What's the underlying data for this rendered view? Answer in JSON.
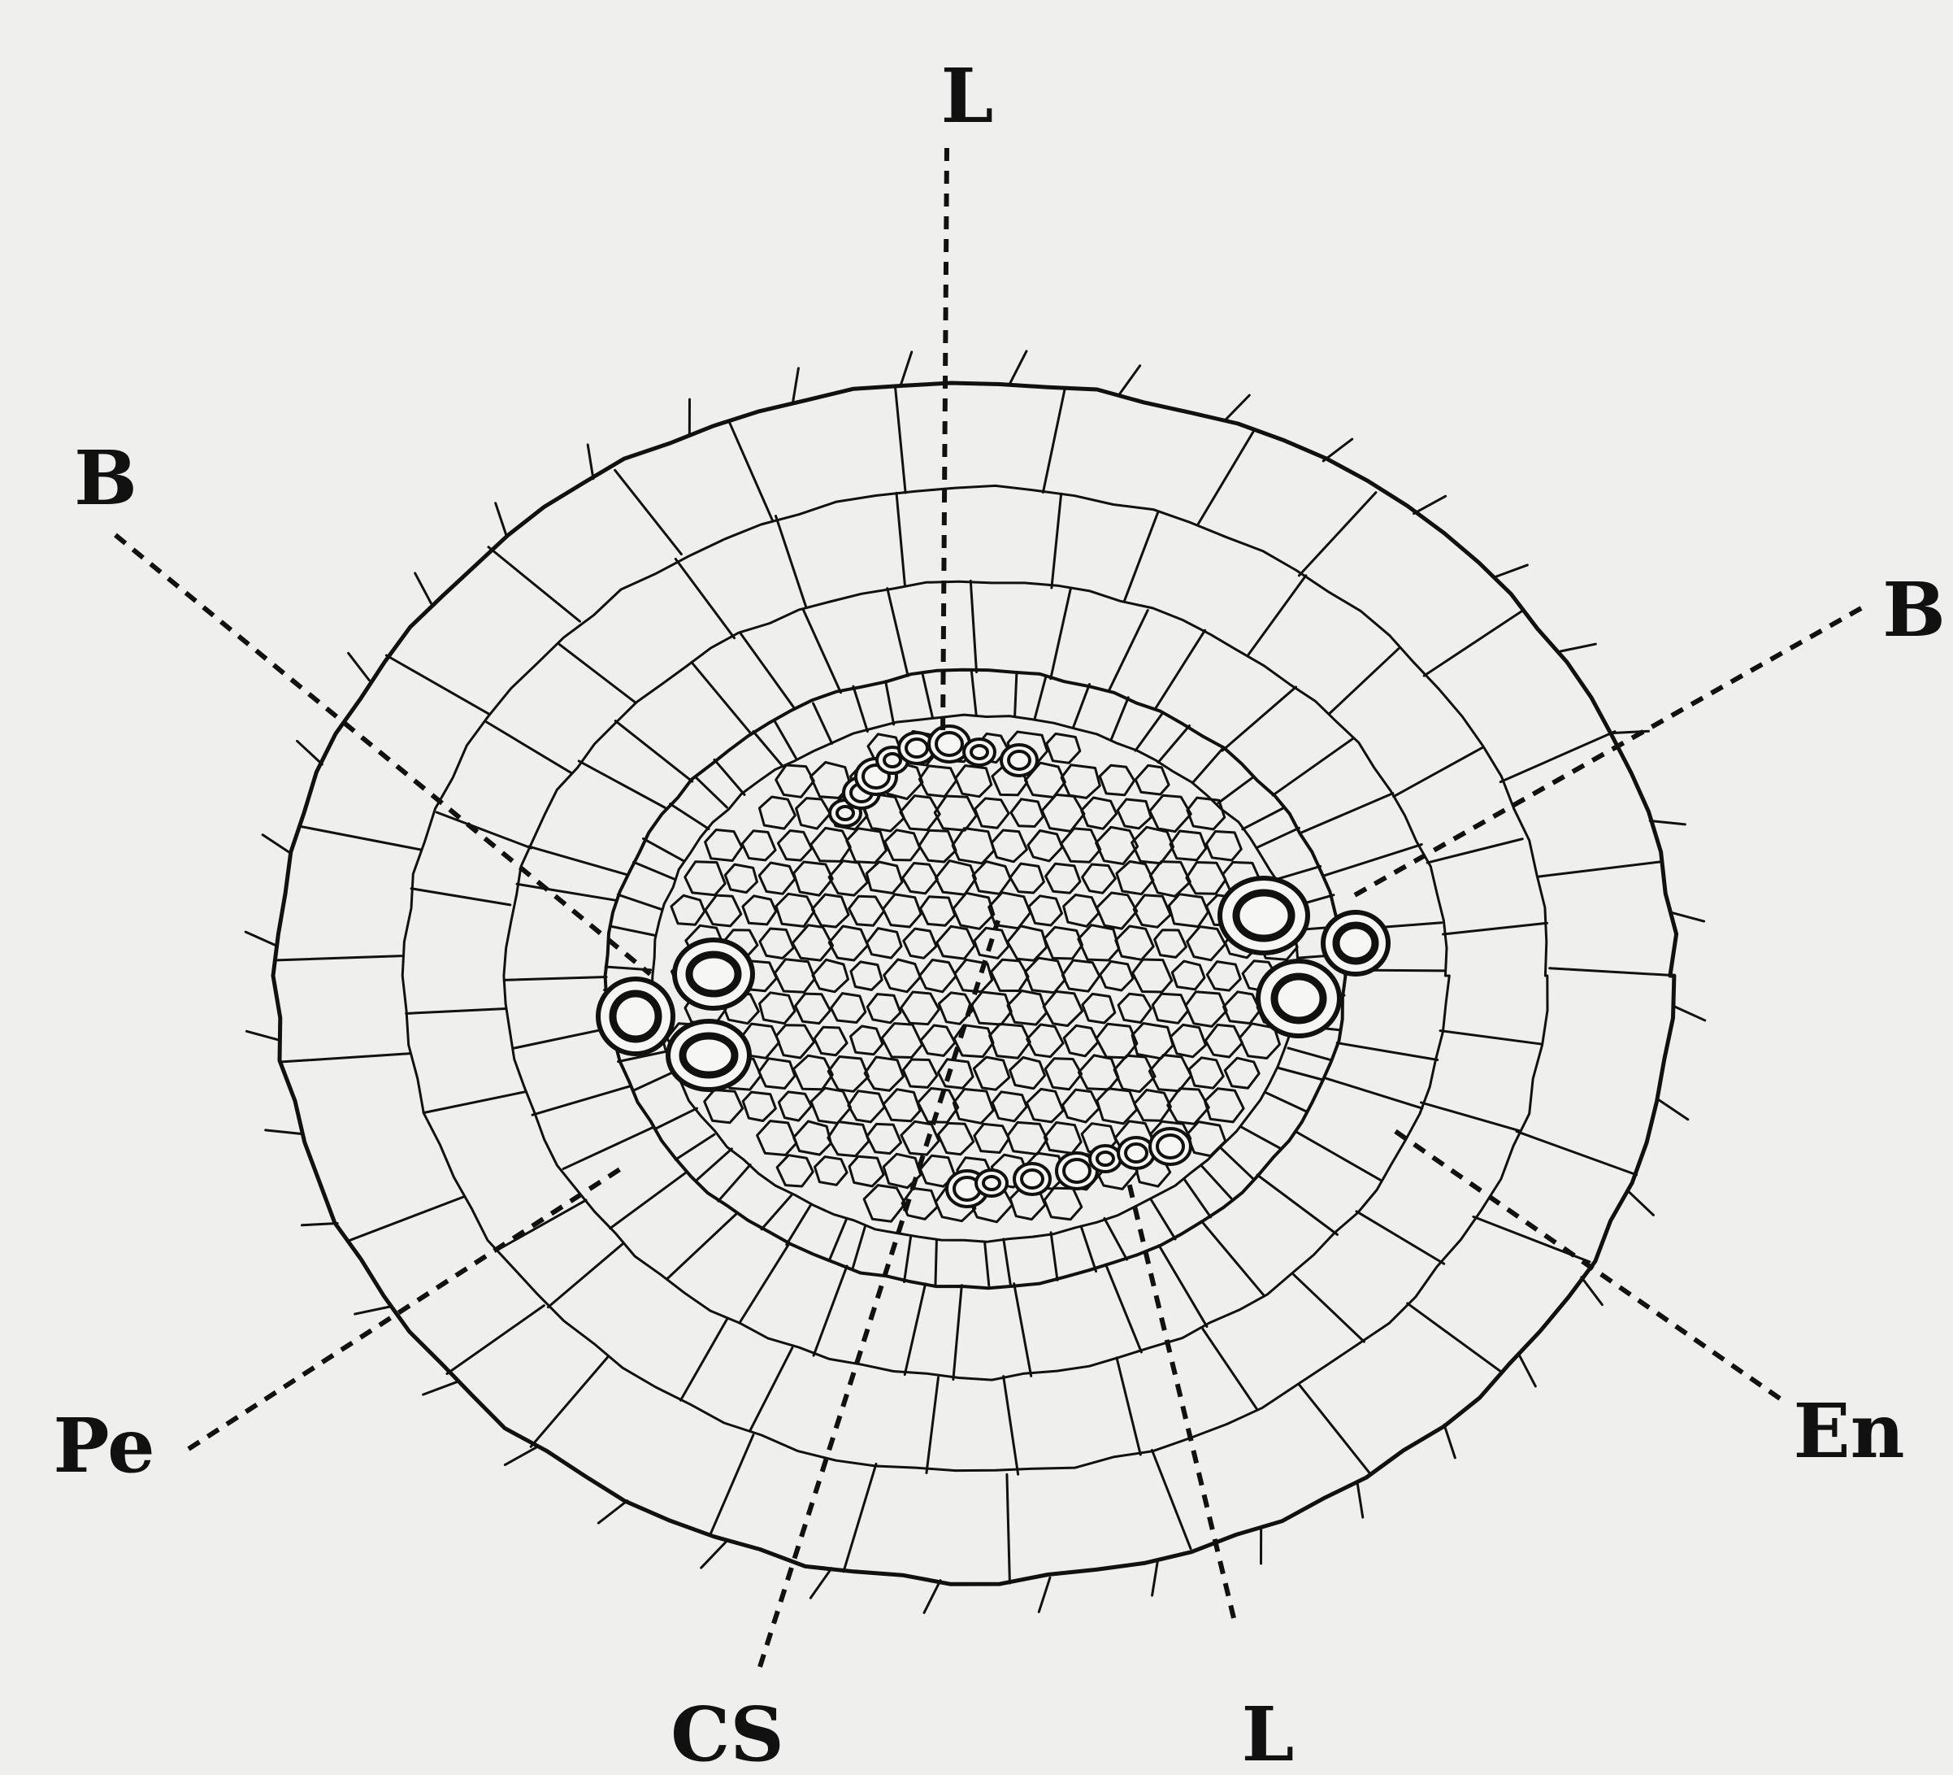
{
  "figure": {
    "labels": {
      "top_lacuna": "L",
      "bottom_lacuna": "L",
      "left_bundle": "B",
      "right_bundle": "B",
      "pericycle": "Pe",
      "endodermis": "En",
      "central_strand": "CS"
    }
  }
}
